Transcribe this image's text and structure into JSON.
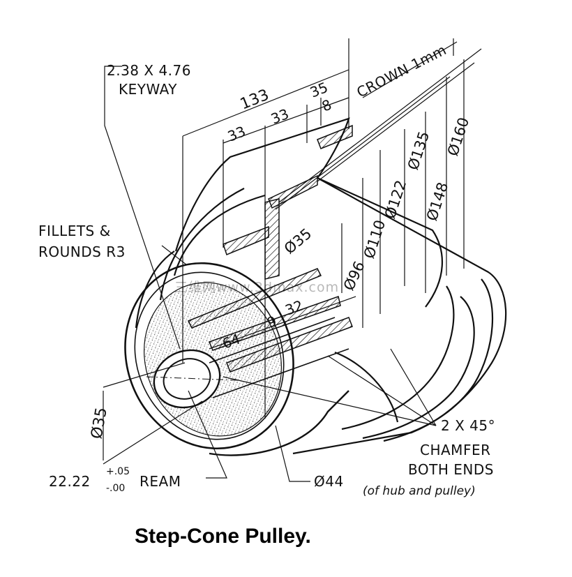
{
  "title": "Step-Cone Pulley.",
  "watermark": "三维网www.3dmax.com",
  "labels": {
    "keyway_1": "2.38 X 4.76",
    "keyway_2": "KEYWAY",
    "fillets_1": "FILLETS &",
    "fillets_2": "ROUNDS R3",
    "crown": "CROWN 1mm",
    "chamfer_1": "2 X 45°",
    "chamfer_2": "CHAMFER",
    "chamfer_3": "BOTH ENDS",
    "chamfer_4": "(of hub and pulley)",
    "ream_value": "22.22",
    "ream_tol_plus": "+.05",
    "ream_tol_minus": "-.00",
    "ream_word": "REAM",
    "hub_dia": "Ø44",
    "bore_dia": "Ø35"
  },
  "dimensions": {
    "d133": "133",
    "d33a": "33",
    "d33b": "33",
    "d35": "35",
    "d8": "8",
    "d135": "Ø135",
    "d160": "Ø160",
    "d122": "Ø122",
    "d148": "Ø148",
    "d110": "Ø110",
    "d96": "Ø96",
    "d35in": "Ø35",
    "d64": "64",
    "d9": "9",
    "d32": "32"
  }
}
